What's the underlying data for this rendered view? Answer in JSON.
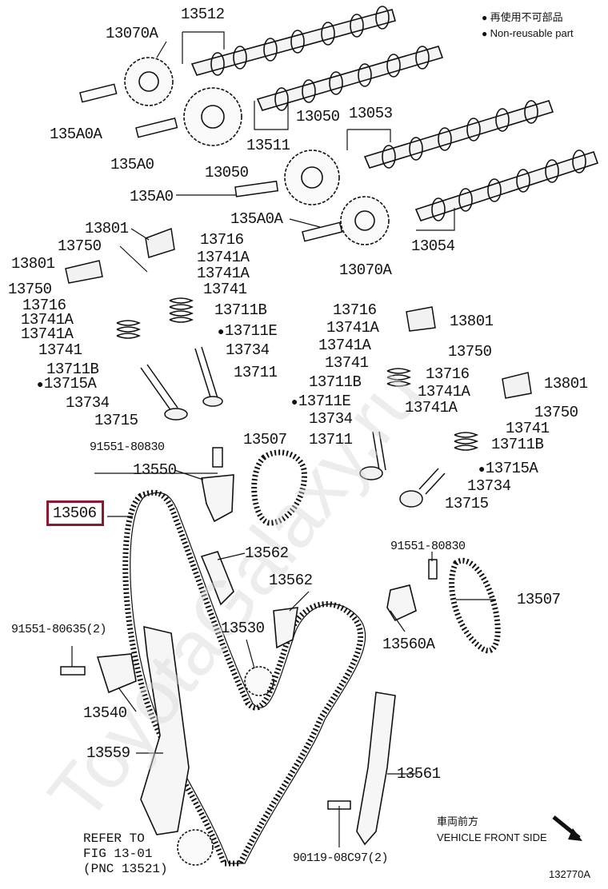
{
  "legend": {
    "jp": "再使用不可部品",
    "en": "Non-reusable part"
  },
  "labels": {
    "p13512": "13512",
    "p13070A_top": "13070A",
    "p135A0A_left": "135A0A",
    "p135A0_left": "135A0",
    "p13050_a": "13050",
    "p13050_b": "13050",
    "p13511": "13511",
    "p13053": "13053",
    "p135A0_mid": "135A0",
    "p135A0A_mid": "135A0A",
    "p13054": "13054",
    "p13070A_mid": "13070A",
    "p13801_a": "13801",
    "p13750_a": "13750",
    "p13716_a": "13716",
    "p13741A_a": "13741A",
    "p13741A_b": "13741A",
    "p13741_a": "13741",
    "p13801_b": "13801",
    "p13750_b": "13750",
    "p13716_b": "13716",
    "p13741A_c": "13741A",
    "p13741A_d": "13741A",
    "p13741_b": "13741",
    "p13711B_a": "13711B",
    "p13711E_a": "13711E",
    "p13734_a": "13734",
    "p13711_a": "13711",
    "p13711B_b": "13711B",
    "p13715A_a": "13715A",
    "p13734_b": "13734",
    "p13715_a": "13715",
    "p13716_c": "13716",
    "p13801_c": "13801",
    "p13741A_e": "13741A",
    "p13741A_f": "13741A",
    "p13750_c": "13750",
    "p13741_c": "13741",
    "p13711B_c": "13711B",
    "p13711E_b": "13711E",
    "p13734_c": "13734",
    "p13711_b": "13711",
    "p13716_d": "13716",
    "p13801_d": "13801",
    "p13741A_g": "13741A",
    "p13741A_h": "13741A",
    "p13750_d": "13750",
    "p13741_d": "13741",
    "p13711B_d": "13711B",
    "p13715A_b": "13715A",
    "p13734_d": "13734",
    "p13715_b": "13715",
    "p91551_80830_a": "91551-80830",
    "p13507_a": "13507",
    "p13550": "13550",
    "p13506": "13506",
    "p13562_a": "13562",
    "p13562_b": "13562",
    "p91551_80830_b": "91551-80830",
    "p13507_b": "13507",
    "p91551_80635": "91551-80635(2)",
    "p13530": "13530",
    "p13560A": "13560A",
    "p13540": "13540",
    "p13559": "13559",
    "p13561": "13561",
    "p90119": "90119-08C97(2)"
  },
  "refer": {
    "line1": "REFER TO",
    "line2": "FIG 13-01",
    "line3": "(PNC 13521)"
  },
  "front": {
    "jp": "車両前方",
    "en": "VEHICLE FRONT SIDE"
  },
  "figure_no": "132770A",
  "highlight_part": "13506",
  "watermark": "ToyotaGalaxy.ru",
  "colors": {
    "highlight": "#8b1a2e",
    "line": "#111111"
  }
}
